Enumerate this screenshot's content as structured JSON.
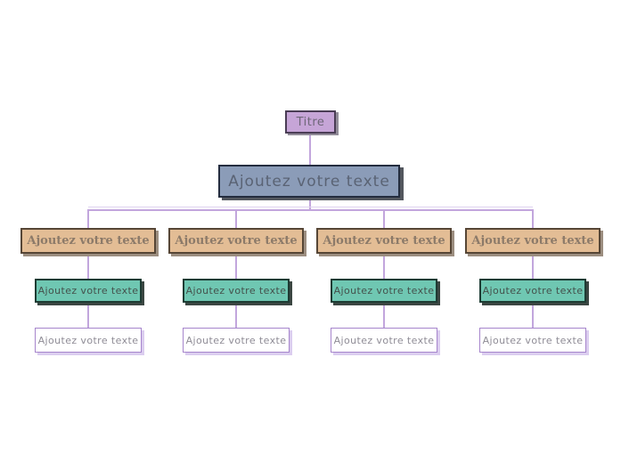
{
  "chart": {
    "type": "org-chart-template",
    "root": {
      "label": "Titre"
    },
    "level2": {
      "label": "Ajoutez votre texte"
    },
    "columns": [
      {
        "l3": {
          "label": "Ajoutez votre texte"
        },
        "l4": {
          "label": "Ajoutez votre texte"
        },
        "l5": {
          "label": "Ajoutez votre texte"
        }
      },
      {
        "l3": {
          "label": "Ajoutez votre texte"
        },
        "l4": {
          "label": "Ajoutez votre texte"
        },
        "l5": {
          "label": "Ajoutez votre texte"
        }
      },
      {
        "l3": {
          "label": "Ajoutez votre texte"
        },
        "l4": {
          "label": "Ajoutez votre texte"
        },
        "l5": {
          "label": "Ajoutez votre texte"
        }
      },
      {
        "l3": {
          "label": "Ajoutez votre texte"
        },
        "l4": {
          "label": "Ajoutez votre texte"
        },
        "l5": {
          "label": "Ajoutez votre texte"
        }
      }
    ]
  },
  "colors": {
    "root_fill": "#c6a5d7",
    "root_border": "#4a3d55",
    "root_shadow": "#918c98",
    "root_text": "#6e6678",
    "l2_fill": "#8b9cb8",
    "l2_border": "#242d3f",
    "l2_shadow": "#53575e",
    "l2_text": "#5a6374",
    "l3_fill": "#e3bd95",
    "l3_border": "#564636",
    "l3_shadow": "#9c8e80",
    "l3_text": "#8c7a69",
    "l4_fill": "#6fc7b2",
    "l4_border": "#1e3c34",
    "l4_shadow": "#3b4642",
    "l4_text": "#44514c",
    "l5_fill": "#ffffff",
    "l5_border": "#a685cc",
    "l5_shadow": "#dbcdef",
    "l5_text": "#8f8c96",
    "connector": "#c2a6dd",
    "connector_light": "#ded3ef"
  }
}
